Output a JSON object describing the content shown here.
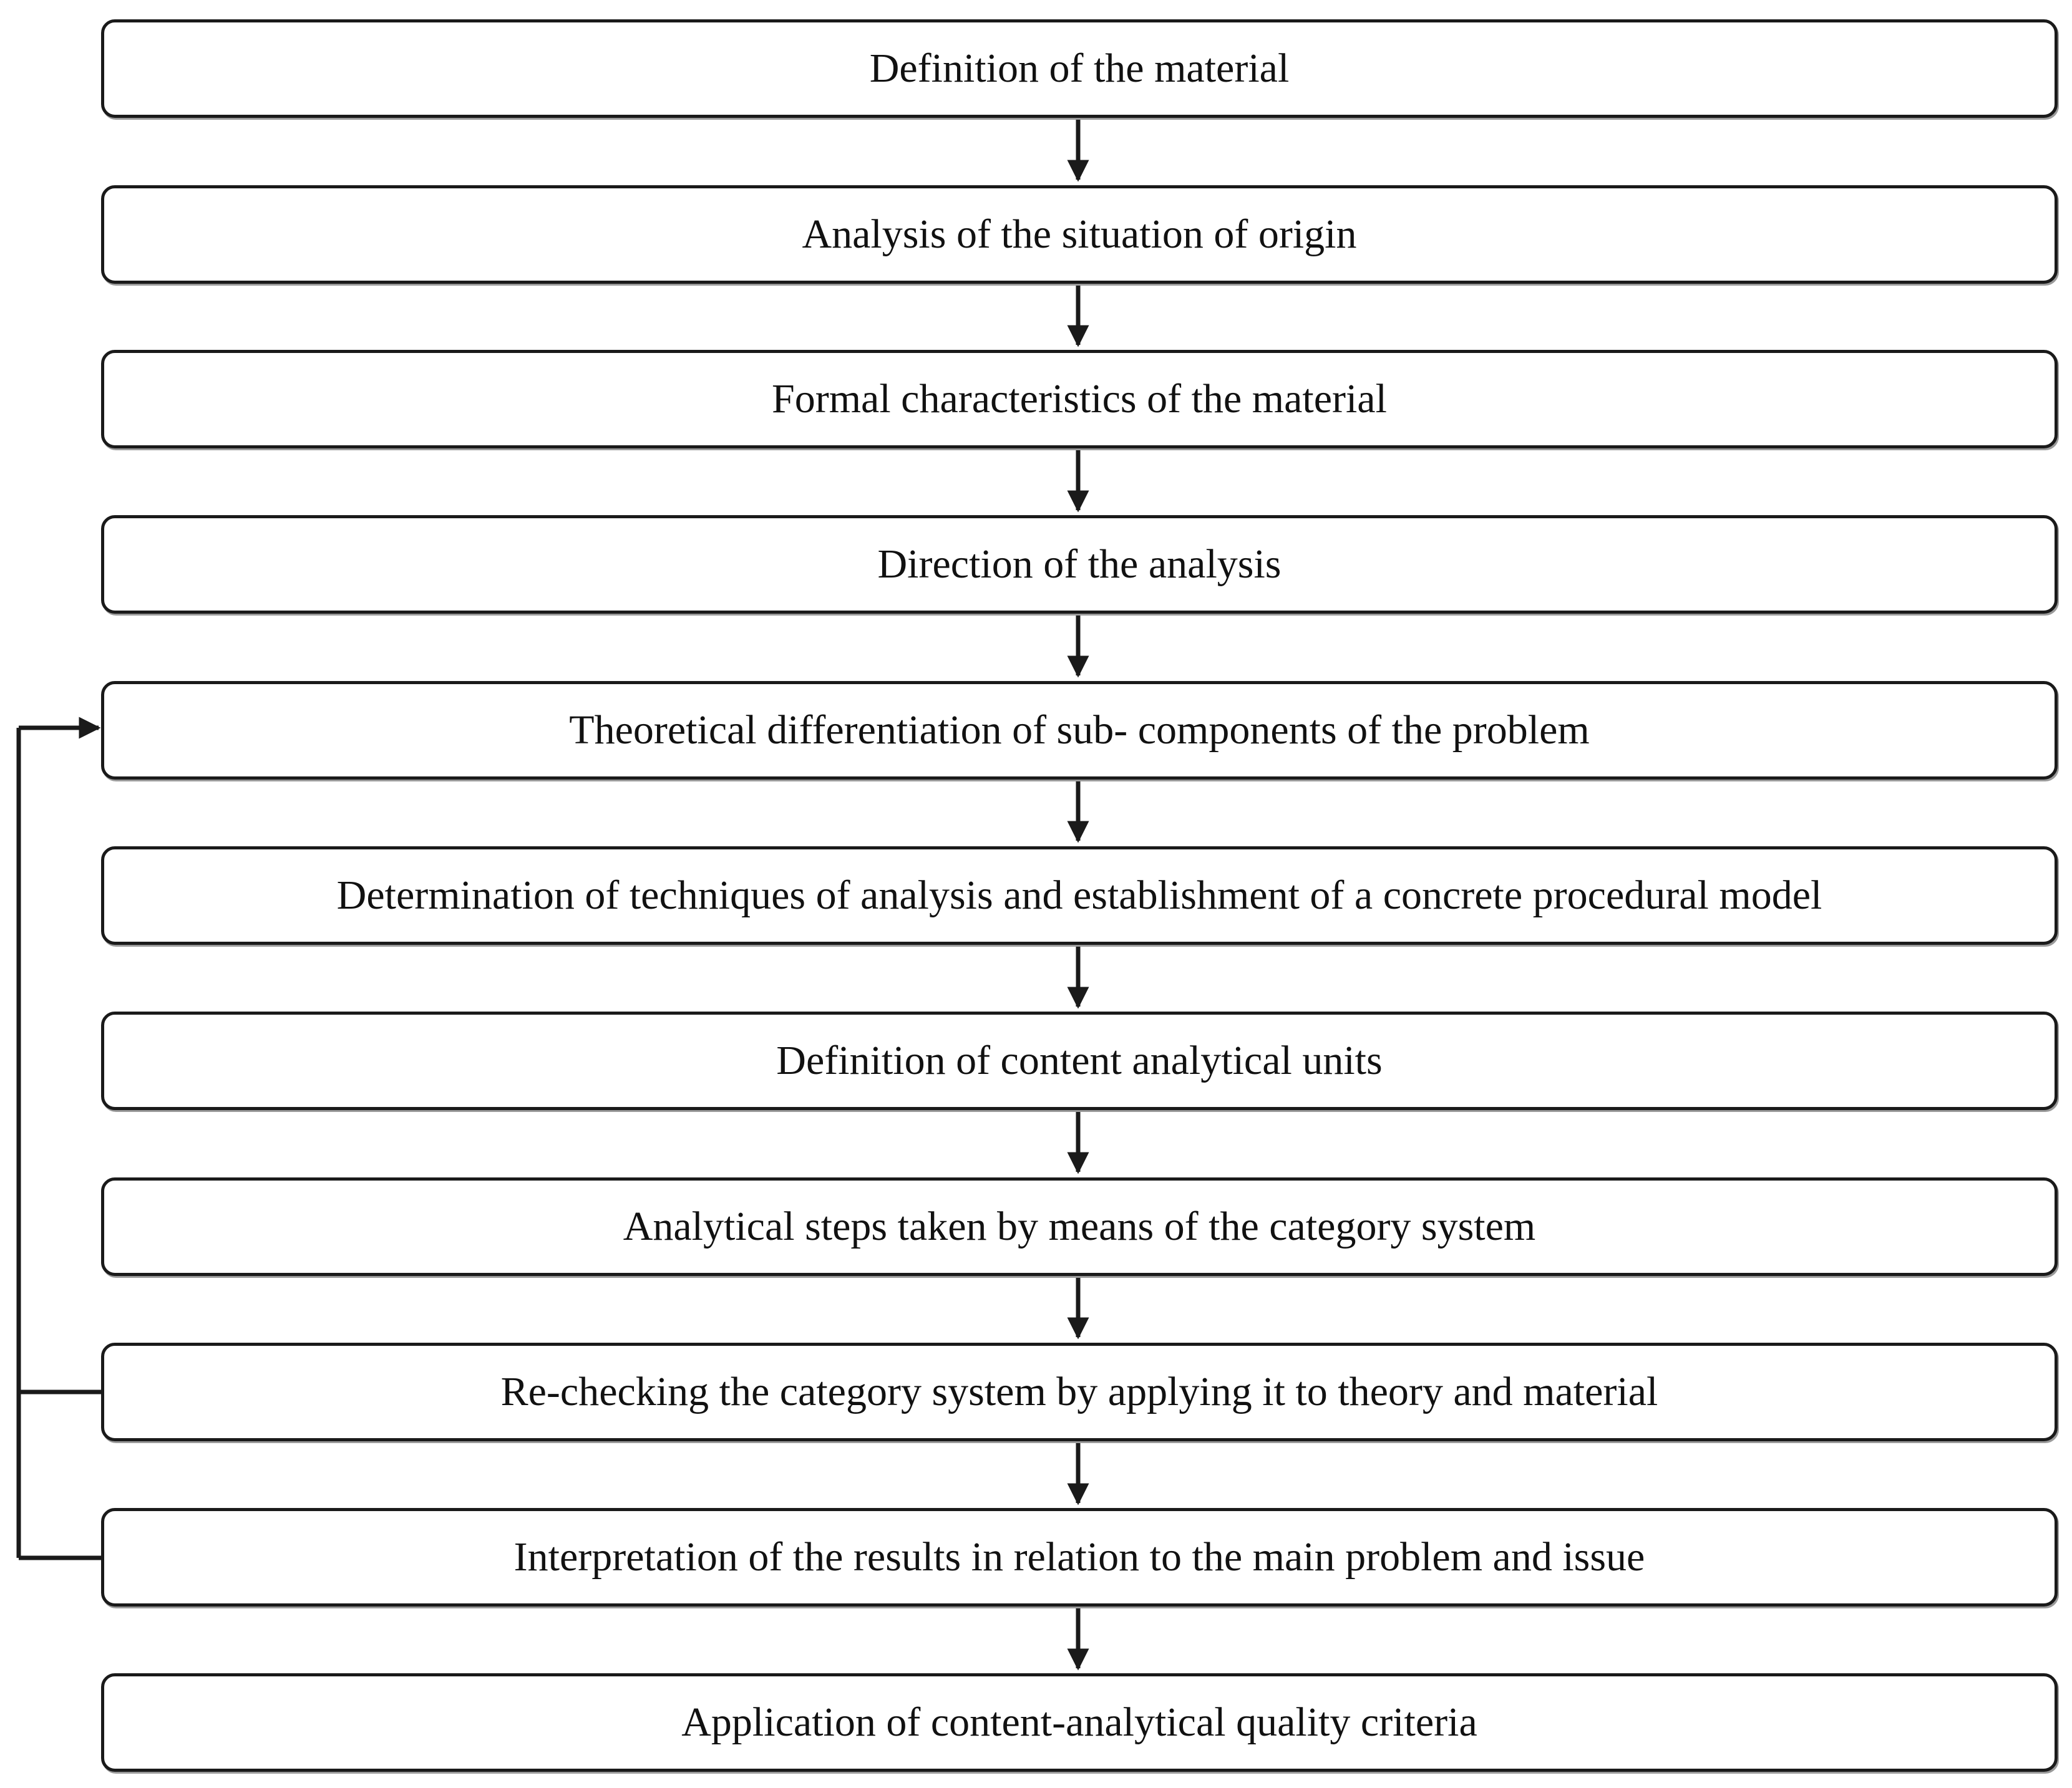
{
  "steps": [
    "Definition of the material",
    "Analysis of the situation of origin",
    "Formal characteristics of the material",
    "Direction of  the analysis",
    "Theoretical differentiation of sub- components of  the problem",
    "Determination of  techniques of analysis and establishment of a concrete procedural model",
    "Definition  of content analytical units",
    "Analytical steps taken by means of the category system",
    "Re-checking the category system by applying it to theory and material",
    "Interpretation of the results in relation to the main problem and issue",
    "Application of content-analytical quality criteria"
  ],
  "colors": {
    "stroke": "#1a1a1a",
    "text": "#111111",
    "background": "#ffffff"
  }
}
